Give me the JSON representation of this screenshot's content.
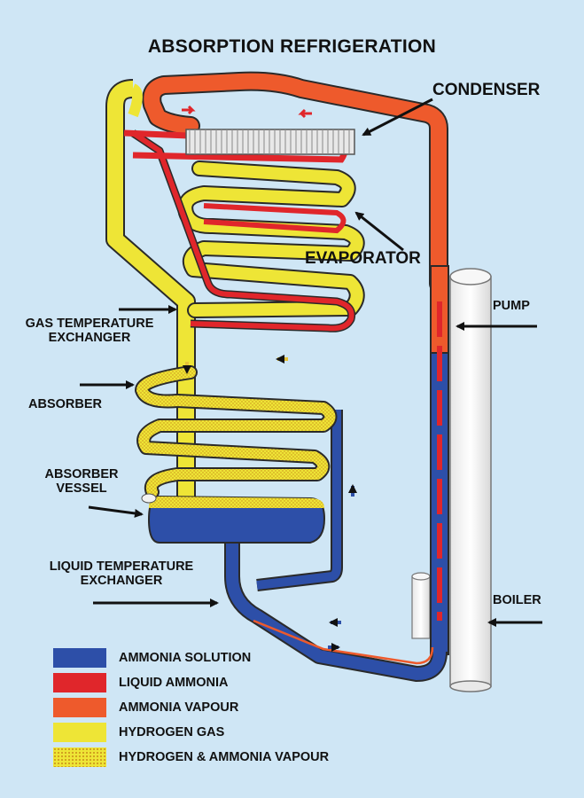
{
  "title": "ABSORPTION REFRIGERATION",
  "labels": {
    "condenser": "CONDENSER",
    "evaporator": "EVAPORATOR",
    "pump": "PUMP",
    "gas_temp_line1": "GAS TEMPERATURE",
    "gas_temp_line2": "EXCHANGER",
    "absorber": "ABSORBER",
    "absorber_vessel_line1": "ABSORBER",
    "absorber_vessel_line2": "VESSEL",
    "liquid_temp_line1": "LIQUID TEMPERATURE",
    "liquid_temp_line2": "EXCHANGER",
    "boiler": "BOILER"
  },
  "legend": [
    {
      "label": "AMMONIA SOLUTION",
      "color": "#2d4fa8",
      "pattern": "solid"
    },
    {
      "label": "LIQUID AMMONIA",
      "color": "#e0262b",
      "pattern": "solid"
    },
    {
      "label": "AMMONIA VAPOUR",
      "color": "#ee5a2c",
      "pattern": "solid"
    },
    {
      "label": "HYDROGEN GAS",
      "color": "#eee536",
      "pattern": "solid"
    },
    {
      "label": "HYDROGEN & AMMONIA VAPOUR",
      "color": "#eee536",
      "pattern": "dotted"
    }
  ],
  "colors": {
    "background": "#cfe6f5",
    "pipe_outline": "#2a2a2a",
    "arrow": "#111111",
    "column": "#f2f2f2"
  }
}
